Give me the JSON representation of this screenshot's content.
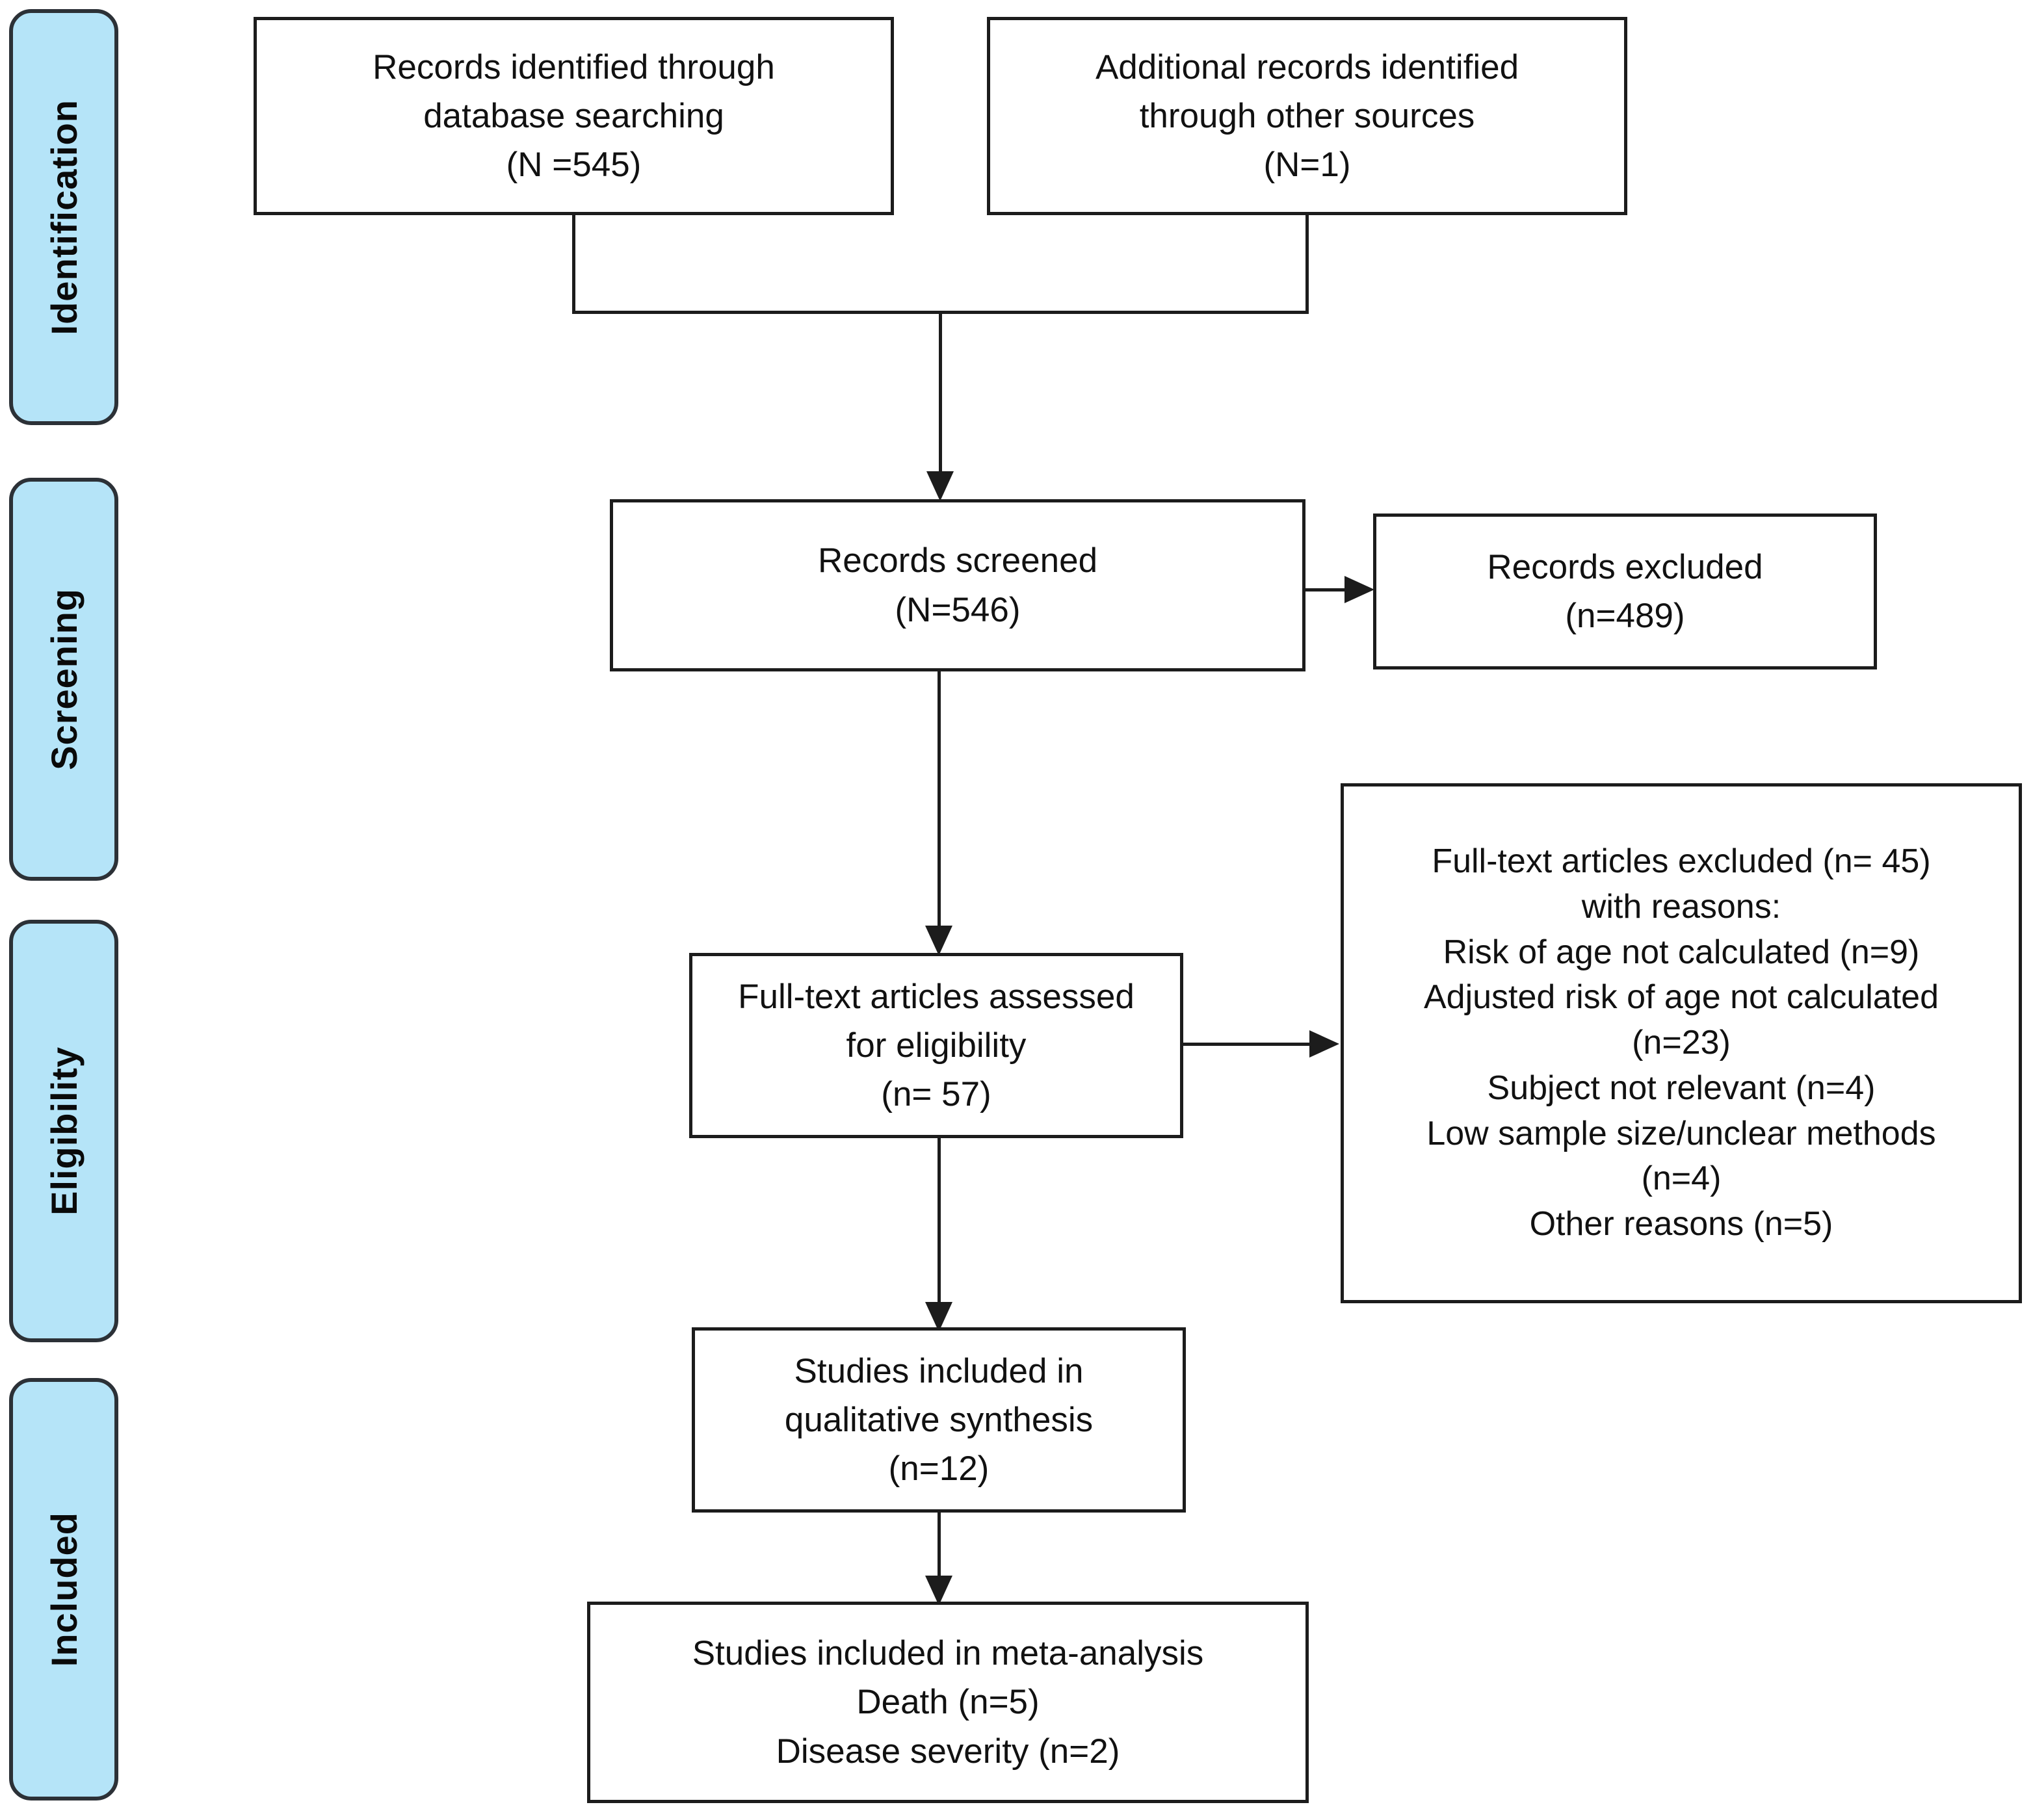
{
  "diagram": {
    "type": "prisma-flow-diagram",
    "stages": [
      {
        "id": "identification",
        "label": "Identification"
      },
      {
        "id": "screening",
        "label": "Screening"
      },
      {
        "id": "eligibility",
        "label": "Eligibility"
      },
      {
        "id": "included",
        "label": "Included"
      }
    ],
    "boxes": {
      "database_search": "Records identified through\ndatabase searching\n(N =545)",
      "other_sources": "Additional records identified\nthrough other sources\n(N=1)",
      "records_screened": "Records screened\n(N=546)",
      "records_excluded": "Records excluded\n(n=489)",
      "fulltext_assessed": "Full-text articles assessed\nfor eligibility\n(n= 57)",
      "fulltext_excluded": "Full-text articles excluded (n= 45)\nwith reasons:\nRisk of age not calculated (n=9)\nAdjusted risk of age not calculated\n(n=23)\nSubject not relevant (n=4)\nLow sample size/unclear methods\n(n=4)\nOther reasons (n=5)",
      "qualitative_synthesis": "Studies included in\nqualitative synthesis\n(n=12)",
      "meta_analysis": "Studies included in meta-analysis\nDeath (n=5)\nDisease severity (n=2)"
    },
    "counts": {
      "database_search_n": 545,
      "other_sources_n": 1,
      "records_screened_n": 546,
      "records_excluded_n": 489,
      "fulltext_assessed_n": 57,
      "fulltext_excluded_n": 45,
      "reason_risk_of_age_not_calculated_n": 9,
      "reason_adjusted_risk_of_age_not_calculated_n": 23,
      "reason_subject_not_relevant_n": 4,
      "reason_low_sample_size_unclear_methods_n": 4,
      "reason_other_n": 5,
      "qualitative_synthesis_n": 12,
      "meta_analysis_death_n": 5,
      "meta_analysis_disease_severity_n": 2
    },
    "colors": {
      "stage_fill": "#b5e4f8",
      "stage_border": "#2c3137",
      "box_border": "#1c1c1c",
      "text": "#111111",
      "background": "#ffffff"
    }
  }
}
